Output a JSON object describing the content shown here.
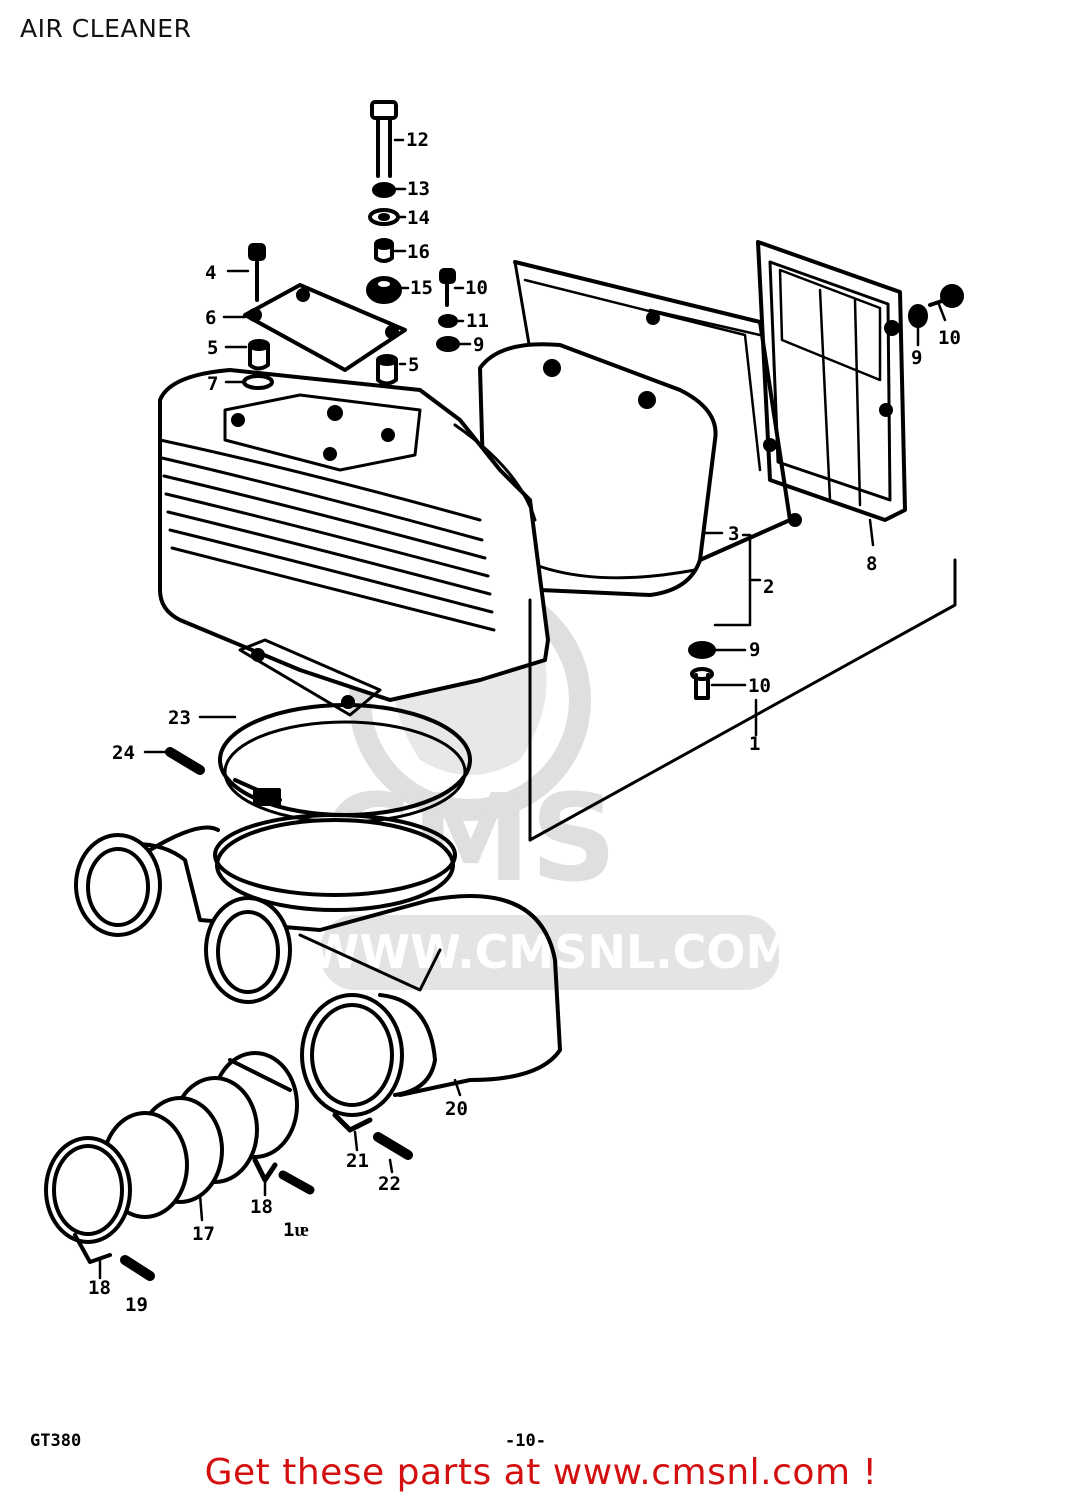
{
  "title": "AIR CLEANER",
  "watermark": {
    "logo_text": "CMS",
    "url_text": "WWW.CMSNL.COM"
  },
  "labels": {
    "p1": "1",
    "p2": "2",
    "p3": "3",
    "p4": "4",
    "p5a": "5",
    "p5b": "5",
    "p6": "6",
    "p7": "7",
    "p8": "8",
    "p9a": "9",
    "p9b": "9",
    "p9c": "9",
    "p10a": "10",
    "p10b": "10",
    "p10c": "10",
    "p11": "11",
    "p12": "12",
    "p13": "13",
    "p14": "14",
    "p15": "15",
    "p16": "16",
    "p17": "17",
    "p18a": "18",
    "p18b": "18",
    "p19a": "19",
    "p19b": "1ᵫ",
    "p20": "20",
    "p21": "21",
    "p22": "22",
    "p23": "23",
    "p24": "24"
  },
  "footer": {
    "model": "GT380",
    "page": "-10-"
  },
  "promo": "Get these parts at www.cmsnl.com !",
  "colors": {
    "line": "#000000",
    "watermark": "#d9d9d9",
    "promo": "#d40f0f"
  }
}
